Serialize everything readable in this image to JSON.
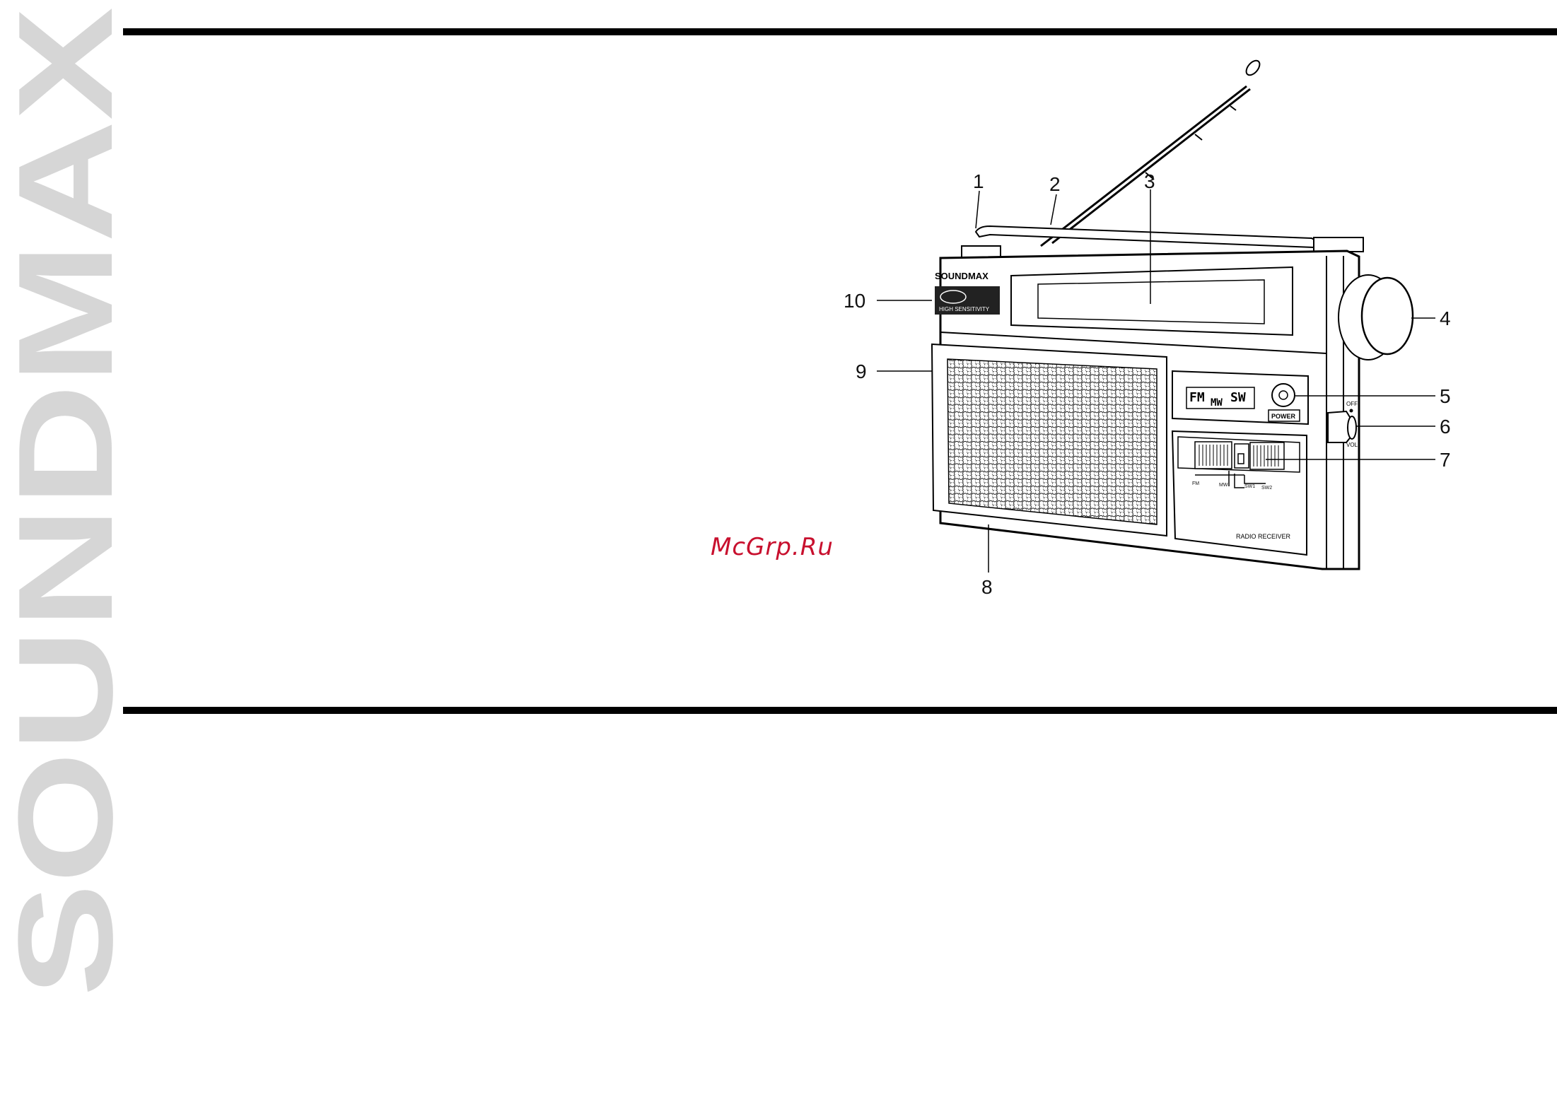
{
  "sidebar": {
    "brand": "SOUNDMAX"
  },
  "watermark": {
    "text": "McGrp.Ru"
  },
  "diagram": {
    "device": {
      "brand": "SOUNDMAX",
      "badge": "HIGH SENSITIVITY",
      "band_label_fm": "FM",
      "band_label_mw": "MW",
      "band_label_sw": "SW",
      "power_label": "POWER",
      "switch_off": "OFF",
      "switch_vol": "VOL",
      "model_text": "RADIO RECEIVER",
      "band_marks": [
        "FM",
        "MW",
        "SW1",
        "SW2"
      ]
    },
    "callouts": [
      "1",
      "2",
      "3",
      "4",
      "5",
      "6",
      "7",
      "8",
      "9",
      "10"
    ]
  },
  "colors": {
    "rule": "#000000",
    "brand_gray": "#d6d6d6",
    "watermark": "#c8102e"
  }
}
